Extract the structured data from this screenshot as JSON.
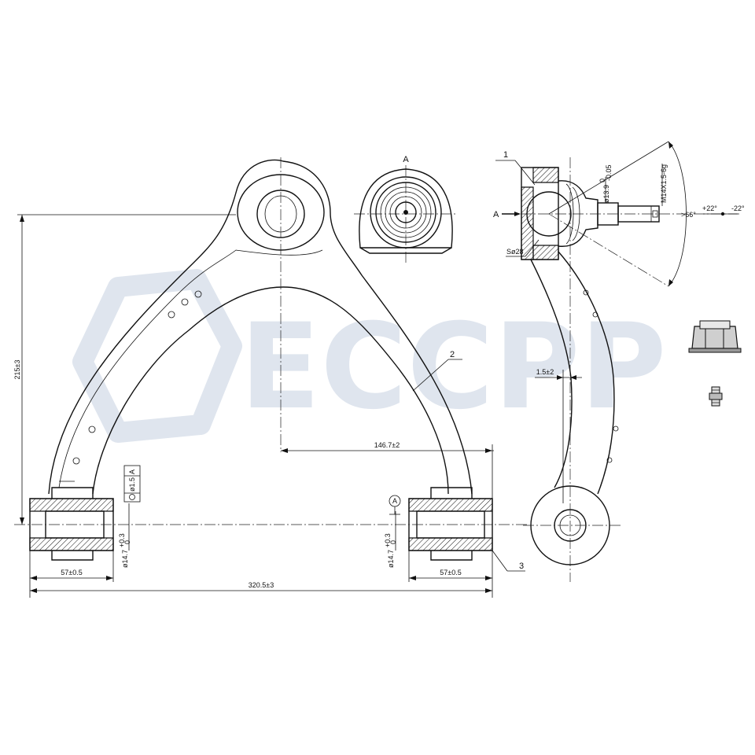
{
  "watermark": {
    "brand": "ECCPP"
  },
  "views": {
    "section_label_top": "A",
    "section_arrow_label": "A",
    "datum_label": "A"
  },
  "dimensions": {
    "height": "215±3",
    "offset": "146.7±2",
    "overall_width": "320.5±3",
    "bushing_left_width": "57±0.5",
    "bushing_right_width": "57±0.5",
    "bushing_bore_left": "ø14.7",
    "bushing_bore_right": "ø14.7",
    "bore_tol_upper": "+0.3",
    "bore_tol_lower": "0",
    "position_tol": "ø1.5",
    "position_datum": "A",
    "side_offset": "1.5±2",
    "ball_stud_diameter": "ø13.9",
    "ball_stud_tol_upper": "0",
    "ball_stud_tol_lower": "-0.05",
    "ball_sphere": "Sø28",
    "thread": "M14X1.5-6g",
    "swing_angle": ">66°",
    "tilt_plus": "+22°",
    "tilt_minus": "-22°"
  },
  "callouts": [
    "1",
    "2",
    "3"
  ]
}
